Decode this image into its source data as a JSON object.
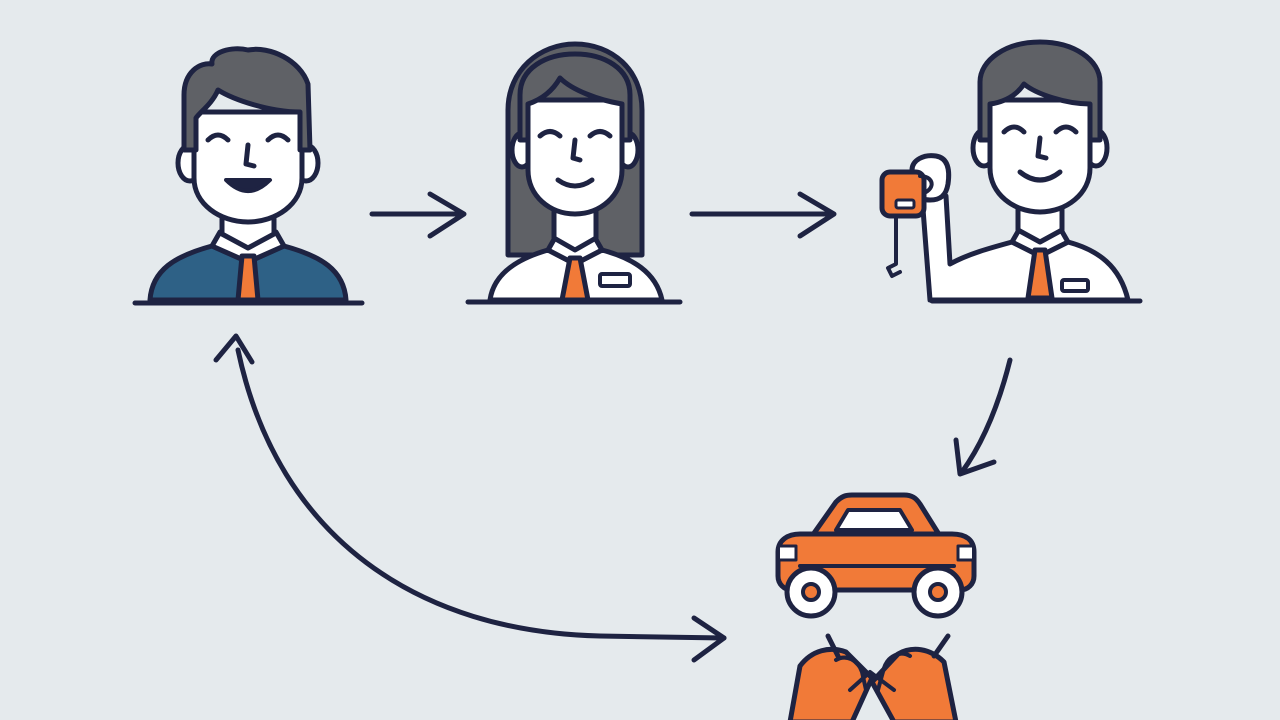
{
  "colors": {
    "background": "#e5eaed",
    "outline": "#1e2342",
    "hair": "#5f6166",
    "skin": "#ffffff",
    "shirt": "#ffffff",
    "suit": "#2e6186",
    "accent": "#f17a38"
  },
  "diagram": {
    "nodes": [
      {
        "id": "customer",
        "icon": "smiling-man-in-suit-icon"
      },
      {
        "id": "agent",
        "icon": "woman-with-tie-icon"
      },
      {
        "id": "key-handover",
        "icon": "man-holding-key-icon"
      },
      {
        "id": "car",
        "icon": "orange-car-icon"
      },
      {
        "id": "handshake",
        "icon": "handshake-icon"
      }
    ],
    "edges": [
      {
        "from": "customer",
        "to": "agent"
      },
      {
        "from": "agent",
        "to": "key-handover"
      },
      {
        "from": "key-handover",
        "to": "car"
      },
      {
        "from": "car",
        "to": "customer"
      }
    ]
  }
}
